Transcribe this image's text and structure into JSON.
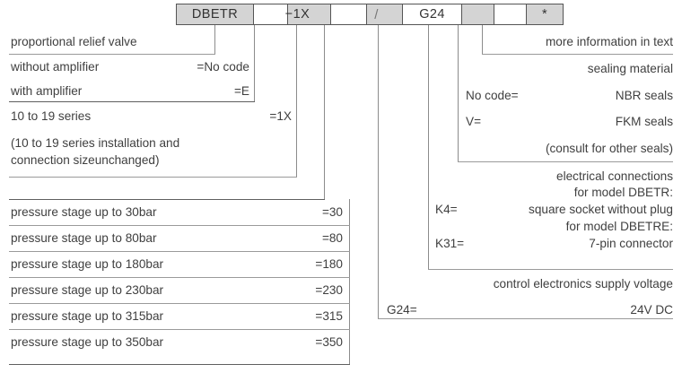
{
  "code_bar": {
    "cells": [
      {
        "text": "DBETR",
        "fill": "gray",
        "width": 86
      },
      {
        "text": "",
        "fill": "white",
        "width": 38
      },
      {
        "text": "−1X",
        "fill": "gray",
        "width": 48
      },
      {
        "text": "",
        "fill": "white",
        "width": 40
      },
      {
        "text": "/",
        "fill": "gray",
        "width": 40
      },
      {
        "text": "G24",
        "fill": "white",
        "width": 66
      },
      {
        "text": "",
        "fill": "gray",
        "width": 36
      },
      {
        "text": "",
        "fill": "white",
        "width": 36
      },
      {
        "text": "*",
        "fill": "gray",
        "width": 40
      }
    ]
  },
  "left": {
    "groups": [
      {
        "rows": [
          {
            "label": "proportional relief valve",
            "code": ""
          }
        ]
      },
      {
        "rows": [
          {
            "label": "without amplifier",
            "code": "=No code"
          },
          {
            "label": "with amplifier",
            "code": "=E"
          }
        ]
      },
      {
        "rows": [
          {
            "label": "10 to 19 series",
            "code": "=1X"
          },
          {
            "label": "(10 to 19 series installation and",
            "code": ""
          },
          {
            "label": "connection sizeunchanged)",
            "code": ""
          }
        ]
      },
      {
        "rows": [
          {
            "label": "pressure stage up to 30bar",
            "code": "=30"
          },
          {
            "label": "pressure stage up to 80bar",
            "code": "=80"
          },
          {
            "label": "pressure stage up to 180bar",
            "code": "=180"
          },
          {
            "label": "pressure stage up to 230bar",
            "code": "=230"
          },
          {
            "label": "pressure stage up to 315bar",
            "code": "=315"
          },
          {
            "label": "pressure stage up to 350bar",
            "code": "=350"
          }
        ]
      }
    ]
  },
  "right": {
    "more_information": "more information in text",
    "sealing": {
      "title": "sealing material",
      "rows": [
        {
          "code": "No code=",
          "label": "NBR seals"
        },
        {
          "code": "V=",
          "label": "FKM seals"
        }
      ],
      "note": "(consult for other seals)"
    },
    "electrical": {
      "title_line1": "electrical connections",
      "title_line2": "for model DBETR:",
      "row1_code": "K4=",
      "row1_label": "square socket without plug",
      "title_line3": "for model DBETRE:",
      "row2_code": "K31=",
      "row2_label": "7-pin connector"
    },
    "supply": {
      "title": "control electronics supply voltage",
      "code": "G24=",
      "label": "24V DC"
    }
  }
}
